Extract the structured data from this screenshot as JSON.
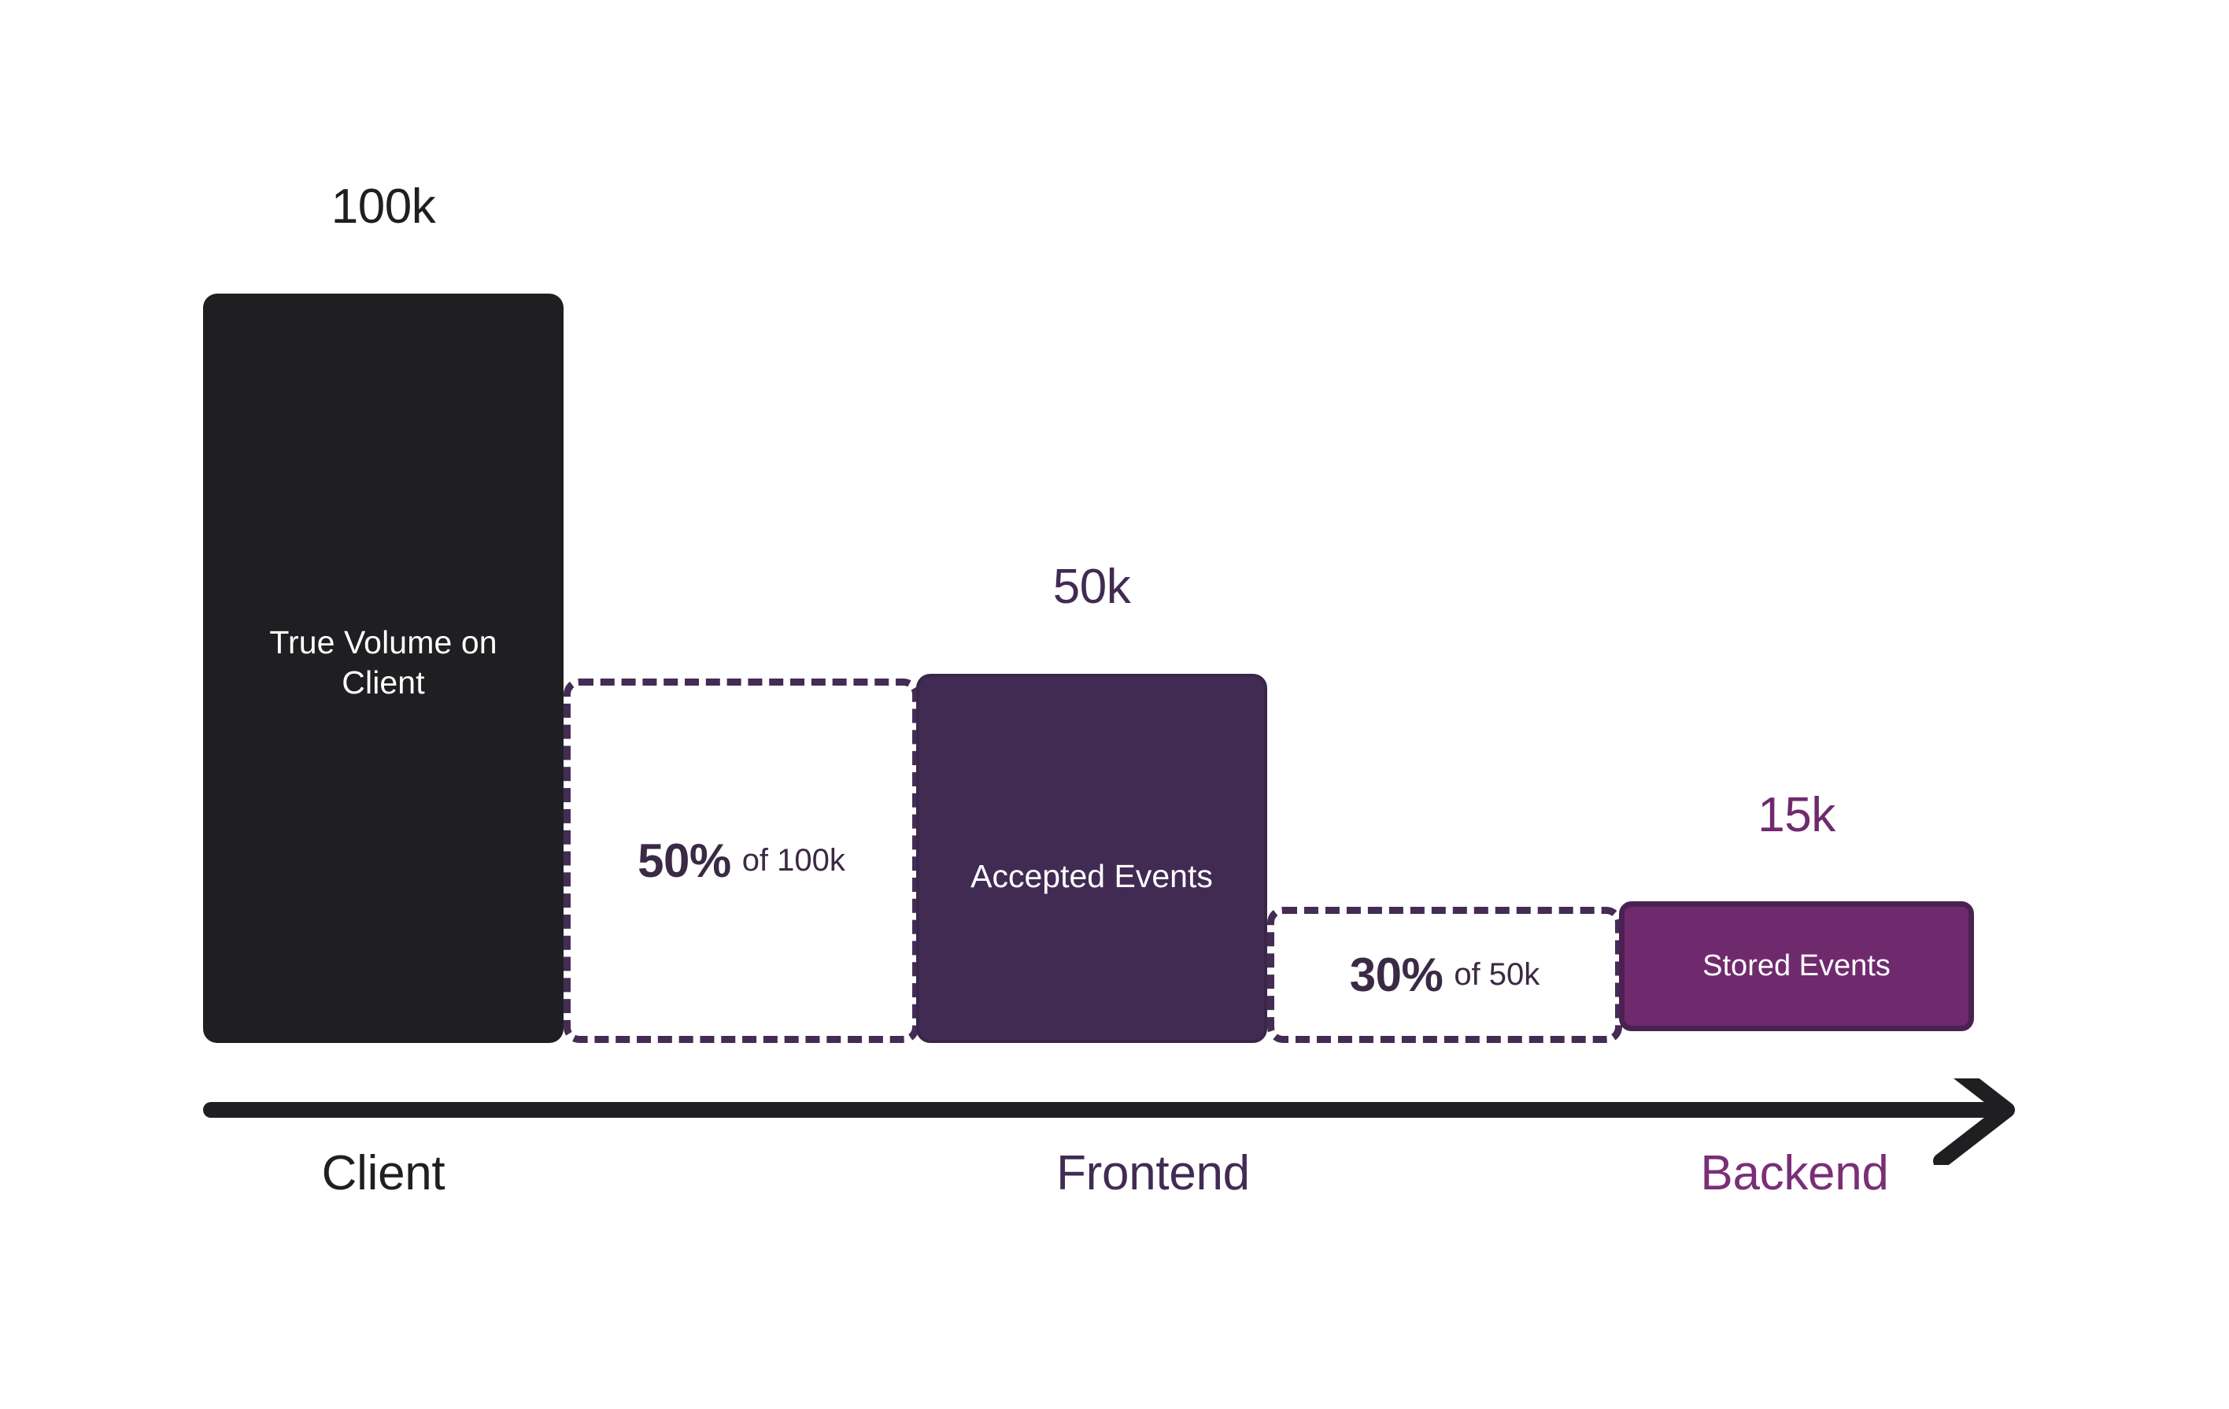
{
  "chart_data": {
    "type": "bar",
    "title": "",
    "subtitle": "",
    "xlabel": "",
    "ylabel": "",
    "grid": false,
    "legend": "none",
    "categories": [
      "Client",
      "Frontend",
      "Backend"
    ],
    "series": [
      {
        "name": "Event volume",
        "points": [
          {
            "stage": "Client",
            "label": "True Volume on Client",
            "value": 100000,
            "value_label": "100k",
            "color": "#1f1f22"
          },
          {
            "stage": "Frontend",
            "label": "Accepted Events",
            "value": 50000,
            "value_label": "50k",
            "color": "#412B53"
          },
          {
            "stage": "Backend",
            "label": "Stored Events",
            "value": 15000,
            "value_label": "15k",
            "color": "#6F2A6E"
          }
        ]
      }
    ],
    "losses": [
      {
        "pct": "50%",
        "of": "of 100k",
        "from": 100000,
        "to": 50000,
        "retained_ratio": 0.5
      },
      {
        "pct": "30%",
        "of": "of 50k",
        "from": 50000,
        "to": 15000,
        "retained_ratio": 0.3
      }
    ],
    "axis": {
      "direction": "left-to-right",
      "arrow": true,
      "ticks": [
        "Client",
        "Frontend",
        "Backend"
      ]
    },
    "annotations": [
      "100k",
      "50%  of 100k",
      "50k",
      "30%  of 50k",
      "15k"
    ]
  },
  "bars": {
    "client": {
      "value_label": "100k",
      "inner_label": "True Volume on Client"
    },
    "accepted": {
      "value_label": "50k",
      "inner_label": "Accepted Events"
    },
    "stored": {
      "value_label": "15k",
      "inner_label": "Stored Events"
    }
  },
  "loss_boxes": {
    "first": {
      "pct": "50%",
      "of": "of 100k"
    },
    "second": {
      "pct": "30%",
      "of": "of 50k"
    }
  },
  "stage_labels": {
    "client": "Client",
    "frontend": "Frontend",
    "backend": "Backend"
  },
  "colors": {
    "black": "#1f1f22",
    "dark_purple": "#412B53",
    "bright_purple": "#6F2A6E",
    "dash_purple": "#442C55",
    "backend_text": "#7B2E78",
    "background": "#ffffff"
  },
  "icons": {
    "axis_arrow": "arrow-right-icon"
  }
}
